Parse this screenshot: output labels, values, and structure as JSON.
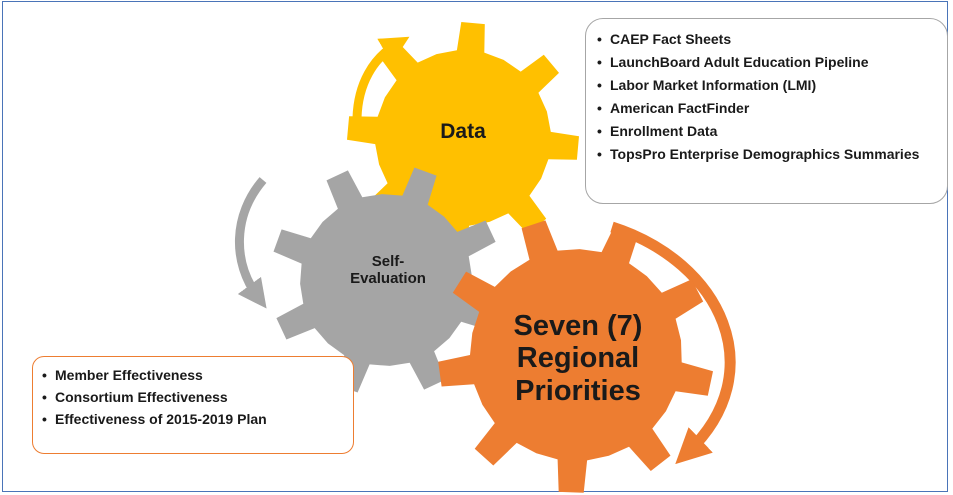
{
  "gears": {
    "data": {
      "label": "Data",
      "color": "#ffc000"
    },
    "self_evaluation": {
      "label_line1": "Self-",
      "label_line2": "Evaluation",
      "color": "#a5a5a5"
    },
    "regional_priorities": {
      "label_line1": "Seven (7)",
      "label_line2": "Regional",
      "label_line3": "Priorities",
      "color": "#ed7d31"
    }
  },
  "arrows": {
    "to_data": {
      "color": "#ffc000"
    },
    "to_self_evaluation": {
      "color": "#a5a5a5"
    },
    "to_regional_priorities": {
      "color": "#ed7d31"
    }
  },
  "data_sources": {
    "border_color": "#a6a6a6",
    "items": [
      "CAEP Fact Sheets",
      "LaunchBoard Adult Education Pipeline",
      "Labor Market Information (LMI)",
      "American FactFinder",
      "Enrollment Data",
      "TopsPro Enterprise Demographics Summaries"
    ]
  },
  "self_evaluation_items": {
    "border_color": "#ed7d31",
    "items": [
      "Member Effectiveness",
      "Consortium Effectiveness",
      "Effectiveness of 2015-2019 Plan"
    ]
  }
}
